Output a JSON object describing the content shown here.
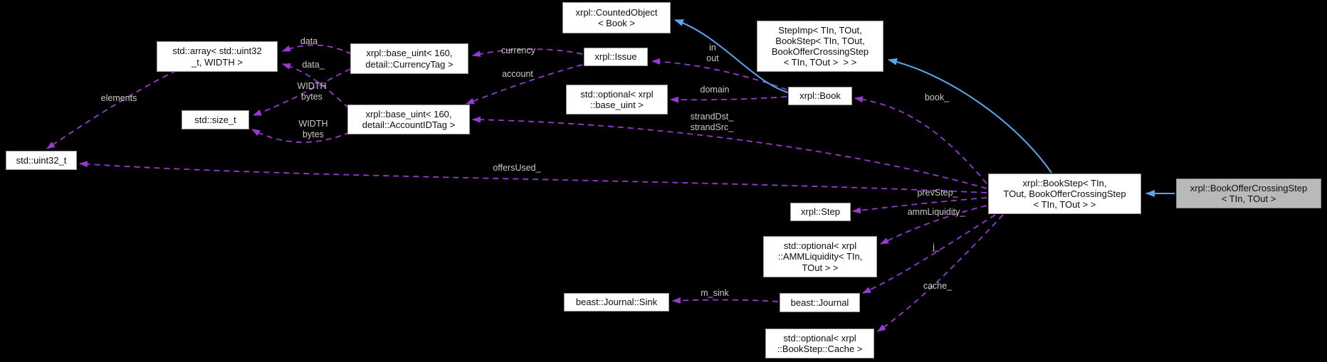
{
  "diagram": {
    "type": "uml-collaboration-graph",
    "colors": {
      "background": "#000000",
      "node_fill": "#ffffff",
      "node_border": "#969696",
      "highlight_node_fill": "#b9b9b9",
      "usage_edge": "#9939d4",
      "inheritance_edge": "#57a7ed",
      "edge_label_text": "#cacaca",
      "node_text": "#0d0d0d"
    },
    "nodes": [
      {
        "id": "counted-object",
        "label": "xrpl::CountedObject\n< Book >",
        "highlighted": false
      },
      {
        "id": "step-imp",
        "label": "StepImp< TIn, TOut,\nBookStep< TIn, TOut,\nBookOfferCrossingStep\n< TIn, TOut >  > >",
        "highlighted": false
      },
      {
        "id": "std-array",
        "label": "std::array< std::uint32\n_t, WIDTH >",
        "highlighted": false
      },
      {
        "id": "base-uint-currency",
        "label": "xrpl::base_uint< 160,\ndetail::CurrencyTag >",
        "highlighted": false
      },
      {
        "id": "issue",
        "label": "xrpl::Issue",
        "highlighted": false
      },
      {
        "id": "optional-base-uint",
        "label": "std::optional< xrpl\n::base_uint >",
        "highlighted": false
      },
      {
        "id": "book",
        "label": "xrpl::Book",
        "highlighted": false
      },
      {
        "id": "size-t",
        "label": "std::size_t",
        "highlighted": false
      },
      {
        "id": "base-uint-accountid",
        "label": "xrpl::base_uint< 160,\ndetail::AccountIDTag >",
        "highlighted": false
      },
      {
        "id": "uint32-t",
        "label": "std::uint32_t",
        "highlighted": false
      },
      {
        "id": "book-step",
        "label": "xrpl::BookStep< TIn,\nTOut, BookOfferCrossingStep\n< TIn, TOut > >",
        "highlighted": false
      },
      {
        "id": "book-offer-crossing-step",
        "label": "xrpl::BookOfferCrossingStep\n< TIn, TOut >",
        "highlighted": true
      },
      {
        "id": "step",
        "label": "xrpl::Step",
        "highlighted": false
      },
      {
        "id": "optional-amm-liquidity",
        "label": "std::optional< xrpl\n::AMMLiquidity< TIn,\nTOut > >",
        "highlighted": false
      },
      {
        "id": "journal-sink",
        "label": "beast::Journal::Sink",
        "highlighted": false
      },
      {
        "id": "journal",
        "label": "beast::Journal",
        "highlighted": false
      },
      {
        "id": "optional-bookstep-cache",
        "label": "std::optional< xrpl\n::BookStep::Cache >",
        "highlighted": false
      }
    ],
    "edges": [
      {
        "from": "base-uint-currency",
        "to": "std-array",
        "label": "data",
        "kind": "usage"
      },
      {
        "from": "base-uint-accountid",
        "to": "std-array",
        "label": "data_",
        "kind": "usage"
      },
      {
        "from": "base-uint-currency",
        "to": "size-t",
        "label": "WIDTH\nbytes",
        "kind": "usage"
      },
      {
        "from": "base-uint-accountid",
        "to": "size-t",
        "label": "WIDTH\nbytes",
        "kind": "usage"
      },
      {
        "from": "std-array",
        "to": "uint32-t",
        "label": "elements",
        "kind": "usage"
      },
      {
        "from": "issue",
        "to": "base-uint-currency",
        "label": "currency",
        "kind": "usage"
      },
      {
        "from": "issue",
        "to": "base-uint-accountid",
        "label": "account",
        "kind": "usage"
      },
      {
        "from": "book",
        "to": "issue",
        "label": "in\nout",
        "kind": "usage"
      },
      {
        "from": "book",
        "to": "optional-base-uint",
        "label": "domain",
        "kind": "usage"
      },
      {
        "from": "book-step",
        "to": "book",
        "label": "book_",
        "kind": "usage"
      },
      {
        "from": "book-step",
        "to": "base-uint-accountid",
        "label": "strandDst_\nstrandSrc_",
        "kind": "usage"
      },
      {
        "from": "book-step",
        "to": "uint32-t",
        "label": "offersUsed_",
        "kind": "usage"
      },
      {
        "from": "book-step",
        "to": "step",
        "label": "prevStep_",
        "kind": "usage"
      },
      {
        "from": "book-step",
        "to": "optional-amm-liquidity",
        "label": "ammLiquidity_",
        "kind": "usage"
      },
      {
        "from": "book-step",
        "to": "journal",
        "label": "j_",
        "kind": "usage"
      },
      {
        "from": "book-step",
        "to": "optional-bookstep-cache",
        "label": "cache_",
        "kind": "usage"
      },
      {
        "from": "journal",
        "to": "journal-sink",
        "label": "m_sink",
        "kind": "usage"
      },
      {
        "from": "book",
        "to": "counted-object",
        "label": "",
        "kind": "inheritance"
      },
      {
        "from": "book-step",
        "to": "step-imp",
        "label": "",
        "kind": "inheritance"
      },
      {
        "from": "book-offer-crossing-step",
        "to": "book-step",
        "label": "",
        "kind": "inheritance"
      }
    ]
  }
}
